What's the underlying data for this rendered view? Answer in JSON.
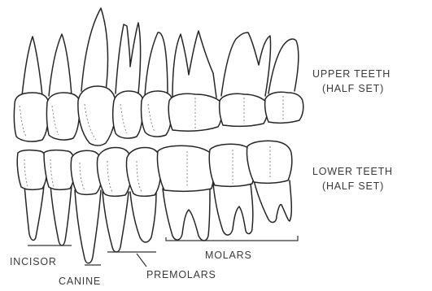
{
  "labels": {
    "upper_teeth": [
      "UPPER TEETH",
      "(HALF SET)"
    ],
    "lower_teeth": [
      "LOWER TEETH",
      "(HALF SET)"
    ],
    "incisor": "INCISOR",
    "canine": "CANINE",
    "premolars": "PREMOLARS",
    "molars": "MOLARS"
  }
}
